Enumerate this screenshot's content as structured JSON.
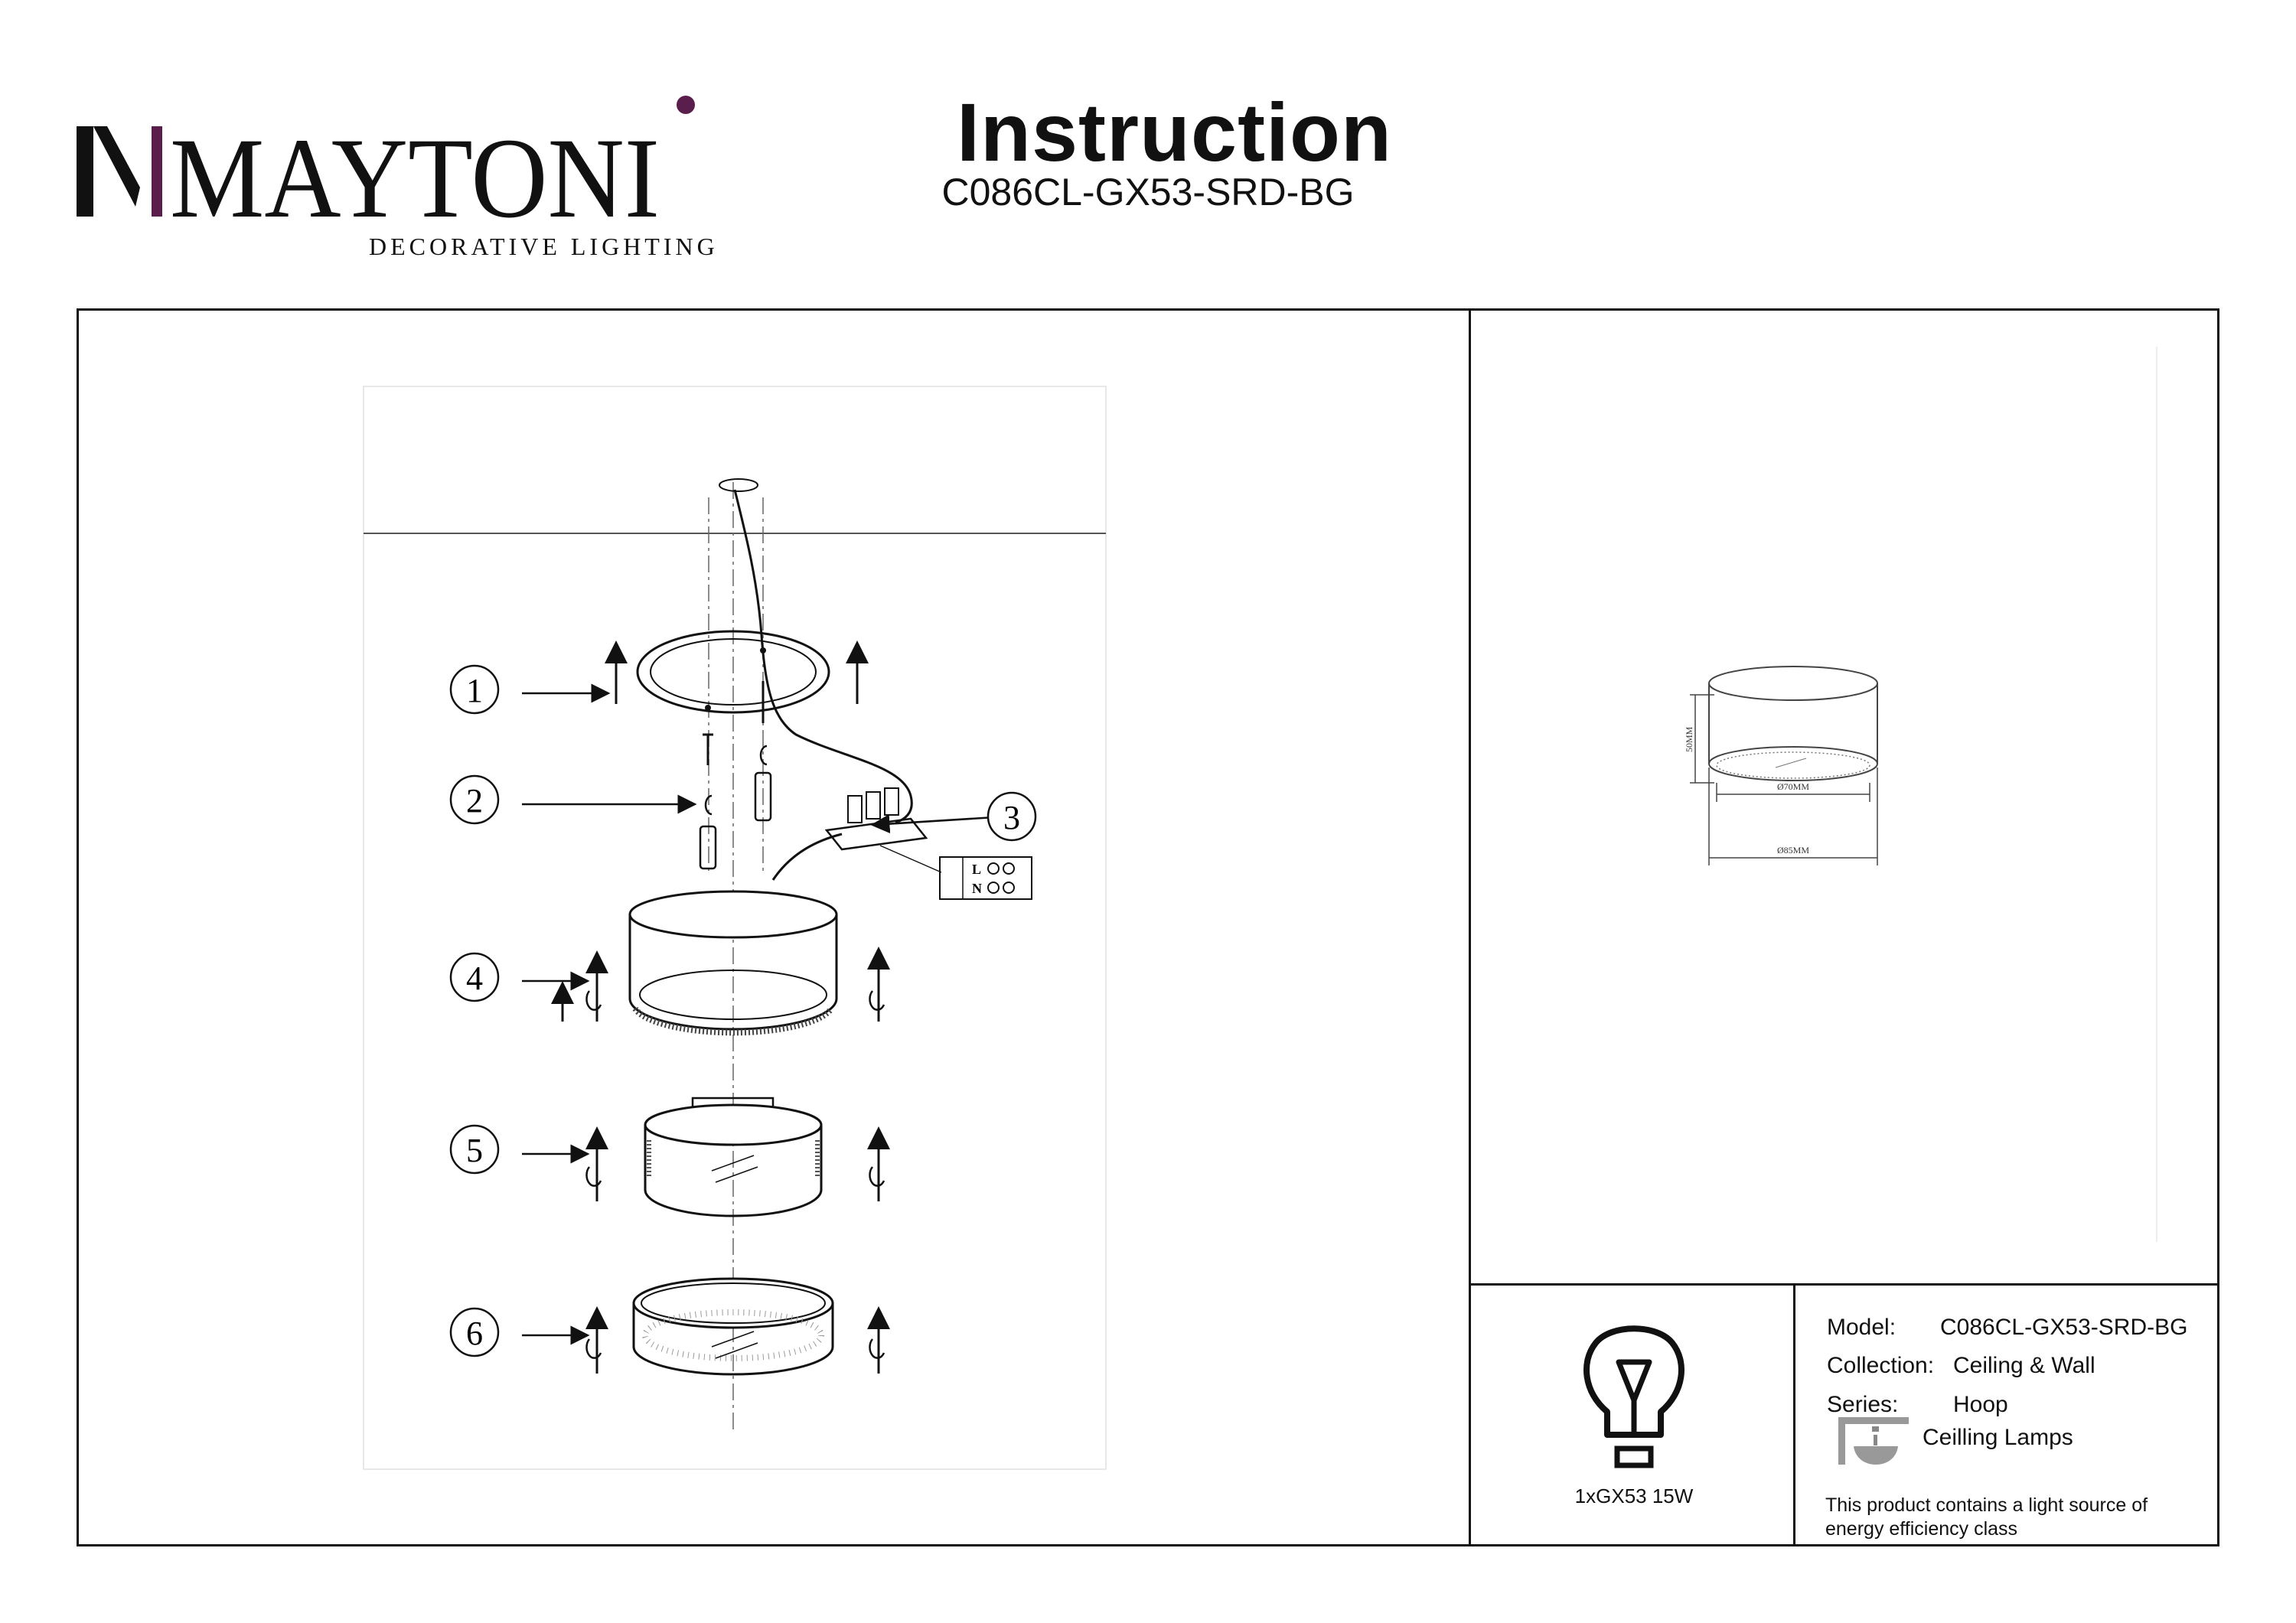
{
  "brand": {
    "name": "MAYTONI",
    "tagline": "DECORATIVE LIGHTING",
    "accent_color": "#5a1e4c"
  },
  "header": {
    "title": "Instruction",
    "model_code": "C086CL-GX53-SRD-BG"
  },
  "assembly": {
    "steps": [
      "1",
      "2",
      "3",
      "4",
      "5",
      "6"
    ],
    "terminal_labels": [
      "L",
      "N"
    ]
  },
  "dimensions": {
    "height": "50MM",
    "inner_diameter": "Ø70MM",
    "outer_diameter": "Ø85MM"
  },
  "bulb": {
    "icon": "light-bulb-icon",
    "spec": "1xGX53 15W"
  },
  "specs": {
    "model_label": "Model:",
    "model_value": "C086CL-GX53-SRD-BG",
    "collection_label": "Collection:",
    "collection_value": "Ceiling & Wall",
    "series_label": "Series:",
    "series_value": "Hoop",
    "category_icon": "ceiling-lamp-icon",
    "category": "Ceilling Lamps"
  },
  "notice": "This product contains a light source of energy efficiency class"
}
